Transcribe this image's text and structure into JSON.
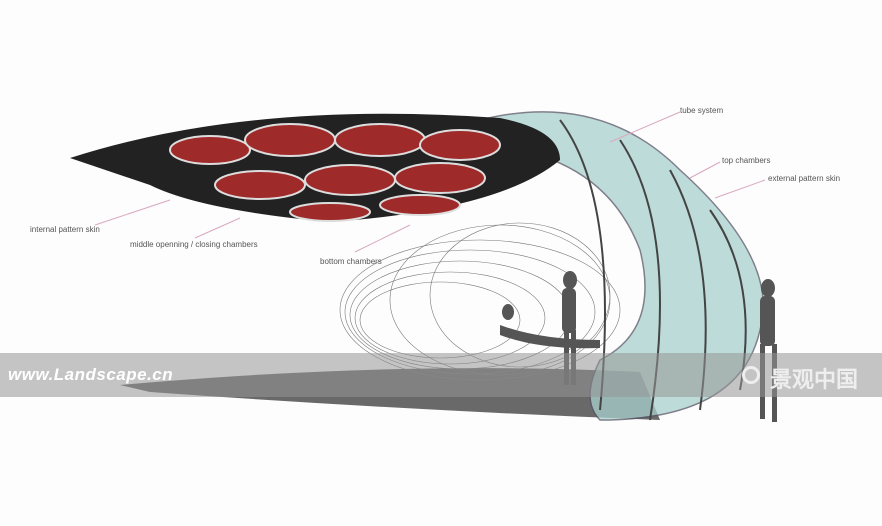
{
  "labels": {
    "tube_system": "tube system",
    "top_chambers": "top chambers",
    "external_pattern_skin": "external pattern skin",
    "internal_pattern_skin": "internal pattern skin",
    "middle_chambers": "middle openning / closing chambers",
    "bottom_chambers": "bottom chambers"
  },
  "watermark": {
    "url": "www.Landscape.cn",
    "logo": "景观中国"
  },
  "colors": {
    "chamber_red": "#9e2a2a",
    "glass": "#a8d0cc",
    "leader": "#d8a8c0"
  }
}
